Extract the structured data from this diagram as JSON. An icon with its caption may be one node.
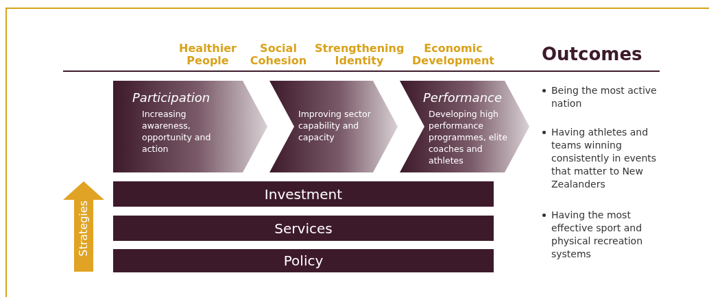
{
  "diagram": {
    "nodes": [
      {
        "text": [
          "Participation",
          "Increasing awareness, opportunity and action"
        ]
      },
      {
        "text": [
          "Improving sector capability and capacity"
        ]
      },
      {
        "text": [
          "Performance",
          "Developing high performance programmes, elite coaches and athletes"
        ]
      },
      {
        "text": [
          "Investment"
        ]
      },
      {
        "text": [
          "Services"
        ]
      },
      {
        "text": [
          "Policy"
        ]
      },
      {
        "text": [
          "Strategies"
        ]
      }
    ],
    "labels": [
      "Healthier People",
      "Social Cohesion",
      "Strengthening Identity",
      "Economic Development",
      "Outcomes",
      "Being the most active nation",
      "Having athletes and teams winning consistently in events that matter to New Zealanders",
      "Having the most effective sport and physical recreation systems"
    ]
  }
}
